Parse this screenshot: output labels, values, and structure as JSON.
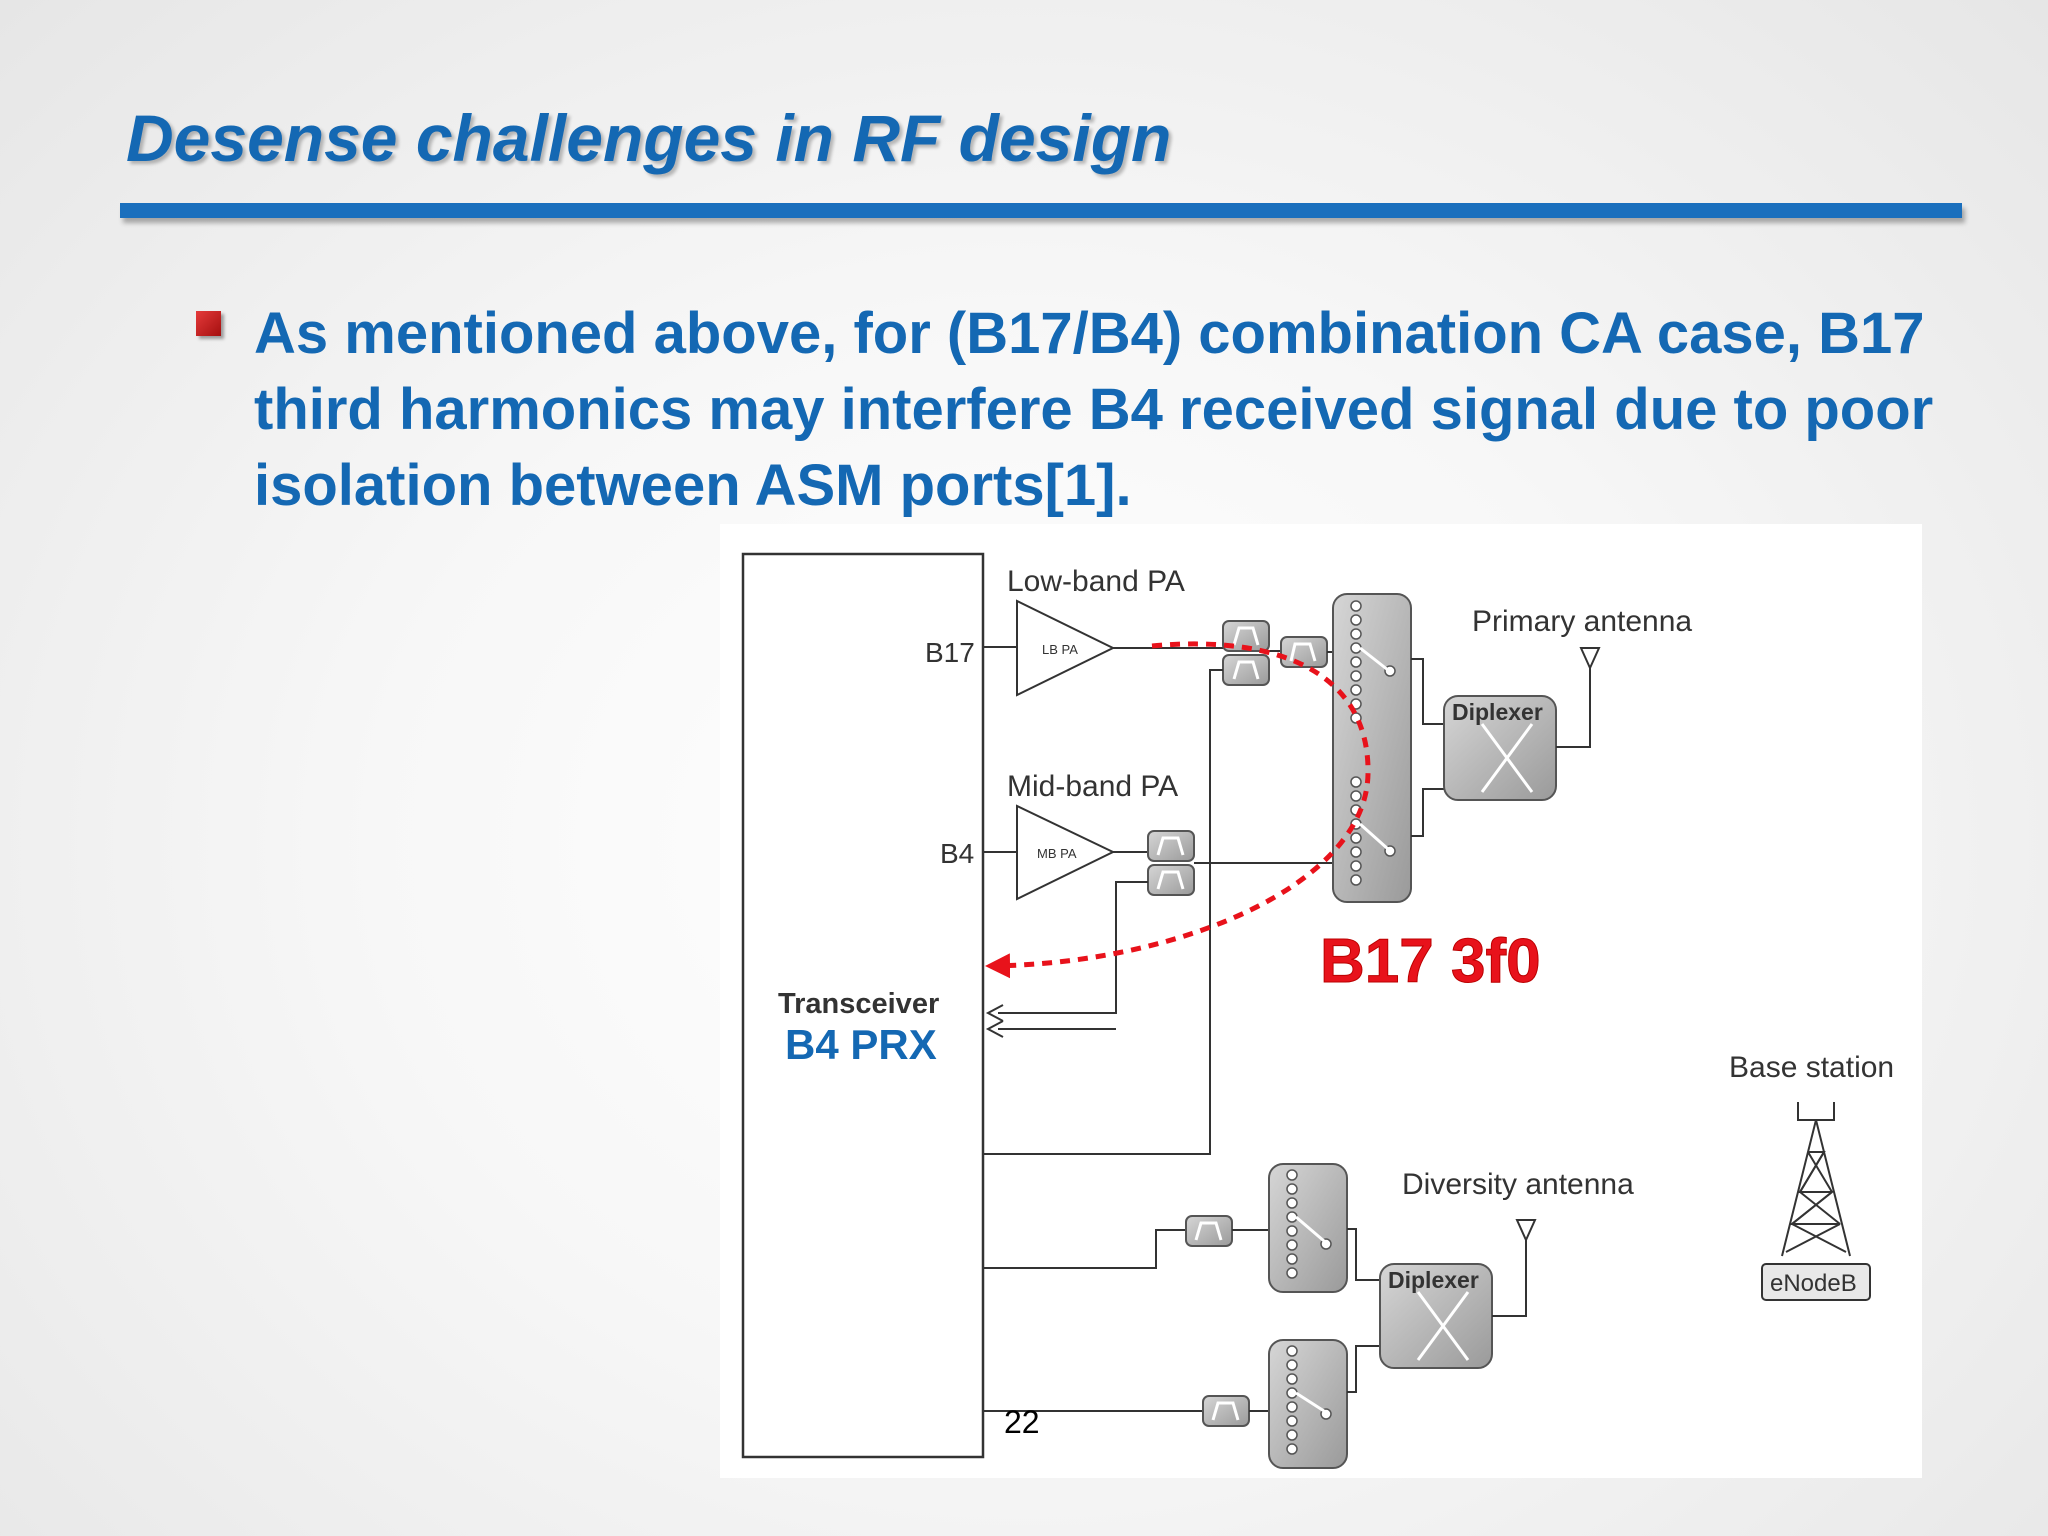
{
  "slide": {
    "title": "Desense challenges in RF design",
    "bullet": "As mentioned above, for (B17/B4) combination CA case, B17 third harmonics may interfere B4 received signal due to poor isolation between ASM ports[1].",
    "page_number": "22"
  },
  "diagram": {
    "low_band_pa_label": "Low-band PA",
    "lb_pa_text": "LB PA",
    "mid_band_pa_label": "Mid-band PA",
    "mb_pa_text": "MB PA",
    "b17_label": "B17",
    "b4_label": "B4",
    "transceiver_label": "Transceiver",
    "b4_prx_label": "B4 PRX",
    "primary_antenna_label": "Primary antenna",
    "diversity_antenna_label": "Diversity antenna",
    "diplexer_label_1": "Diplexer",
    "diplexer_label_2": "Diplexer",
    "base_station_label": "Base station",
    "enodeb_label": "eNodeB",
    "interference_label": "B17 3f0",
    "colors": {
      "title_blue": "#1468b3",
      "interference_red": "#e8121b",
      "bullet_red": "#c41e1e"
    }
  }
}
